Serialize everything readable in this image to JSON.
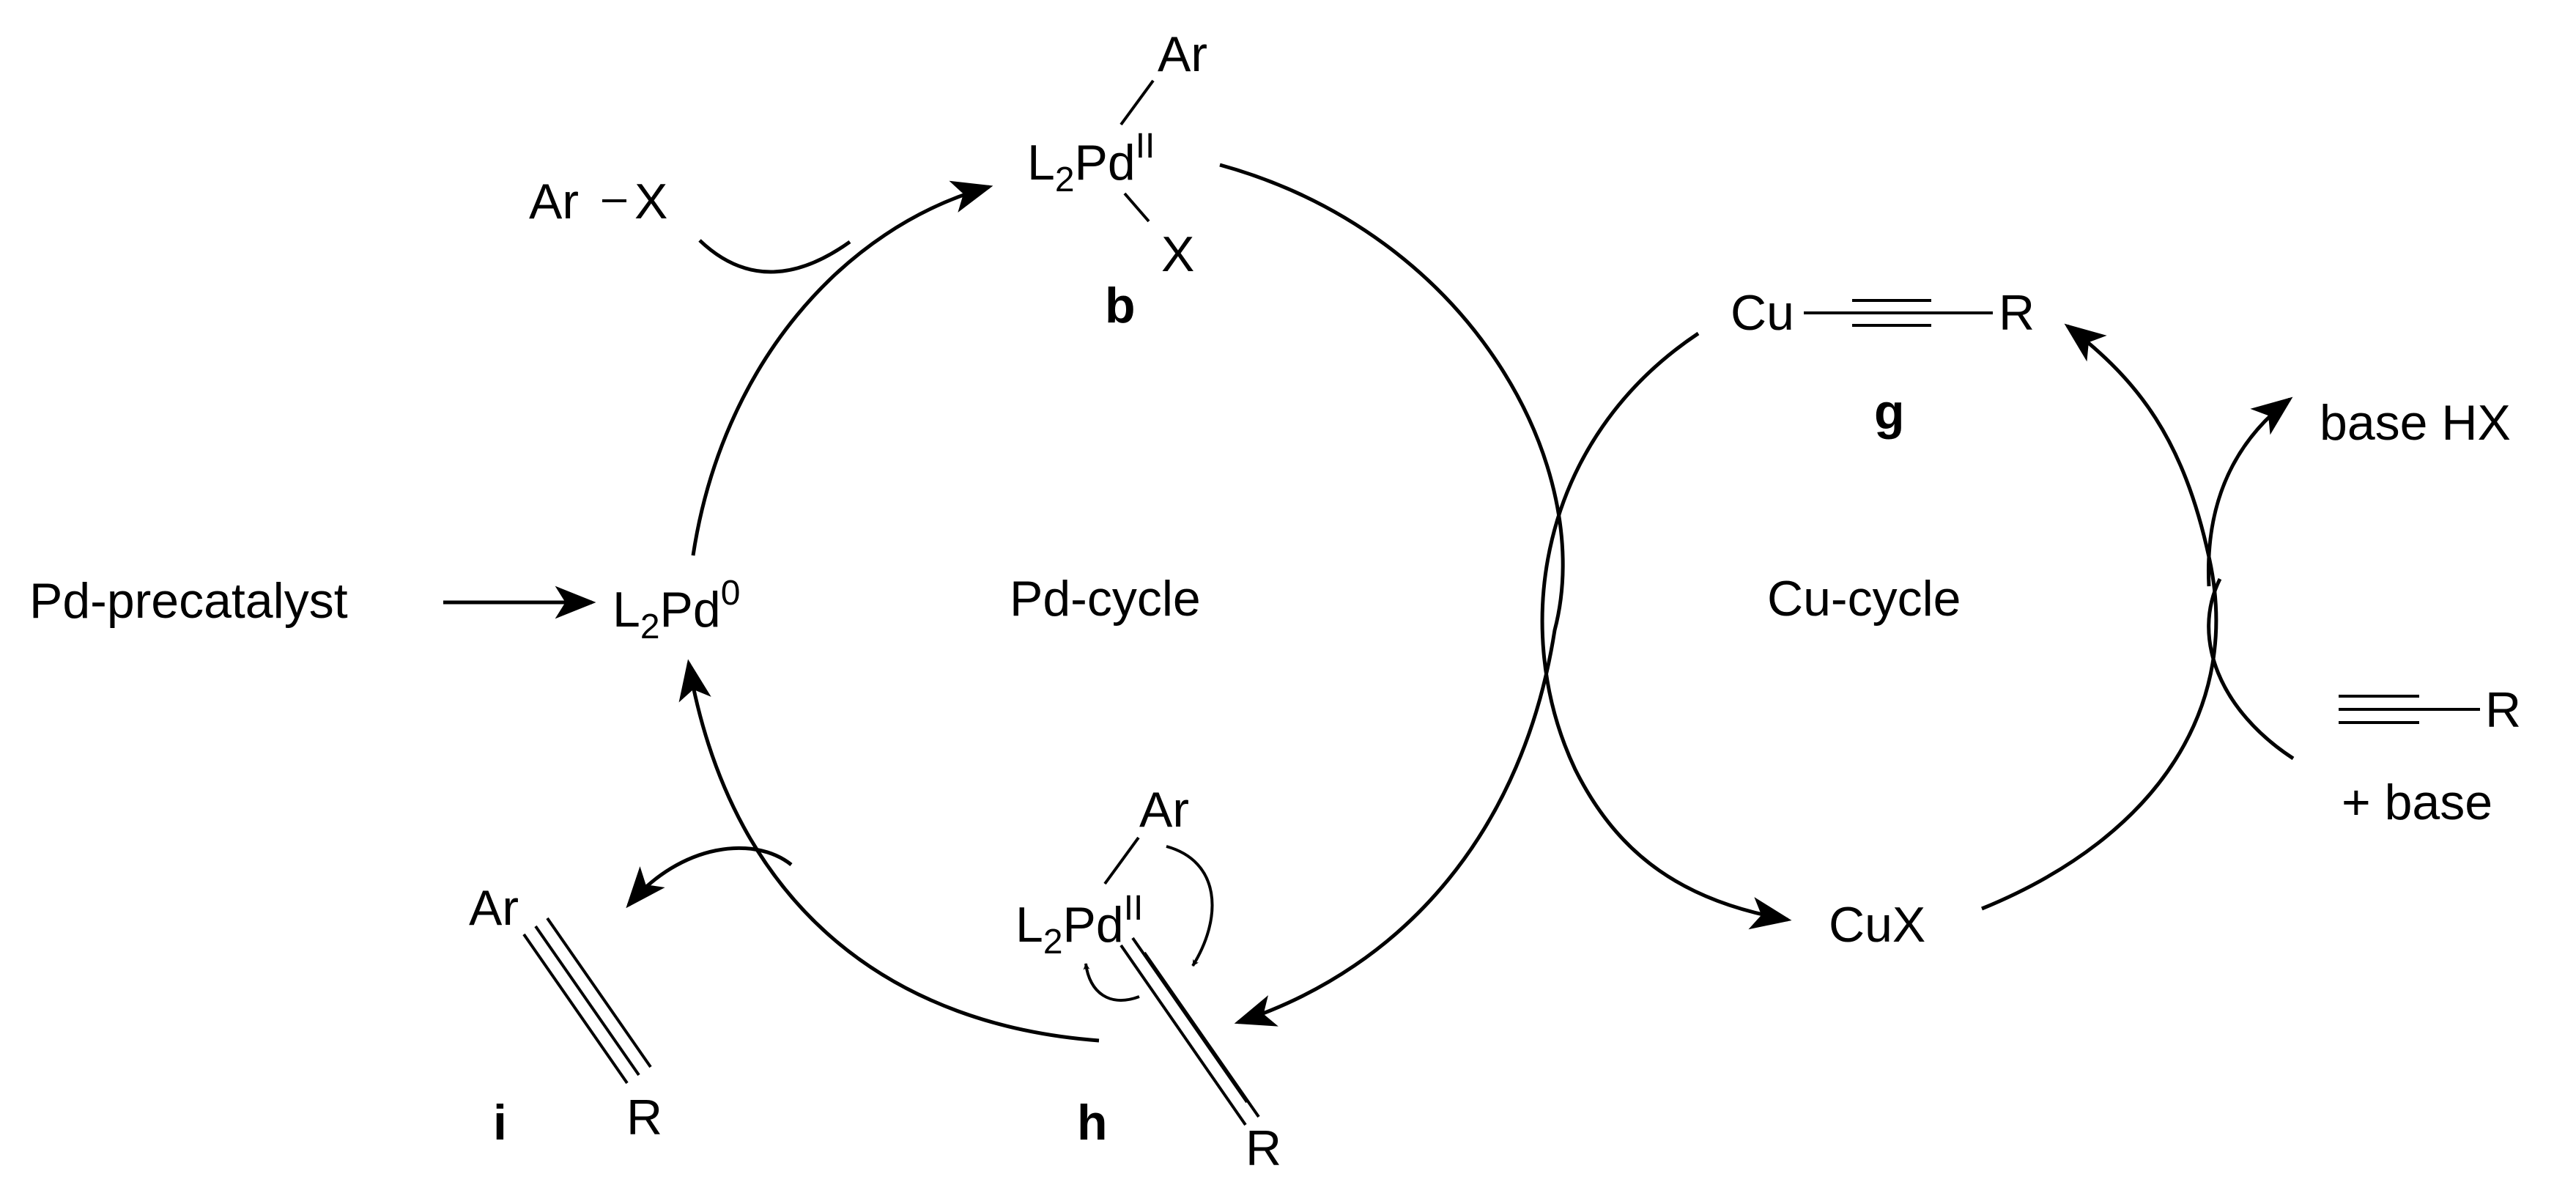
{
  "pd_cycle": {
    "label": "Pd-cycle",
    "pd0": {
      "main": "L",
      "sub": "2",
      "mid": "Pd",
      "sup": "0"
    },
    "precatalyst": "Pd-precatalyst",
    "aryl_halide": {
      "ar": "Ar",
      "x": "X"
    },
    "b": {
      "label": "b",
      "ar": "Ar",
      "x": "X",
      "main": "L",
      "sub": "2",
      "mid": "Pd",
      "sup": "II"
    },
    "h": {
      "label": "h",
      "ar": "Ar",
      "r": "R",
      "main": "L",
      "sub": "2",
      "mid": "Pd",
      "sup": "II"
    },
    "i": {
      "label": "i",
      "ar": "Ar",
      "r": "R"
    }
  },
  "cu_cycle": {
    "label": "Cu-cycle",
    "g": {
      "label": "g",
      "cu": "Cu",
      "r": "R"
    },
    "cux": "CuX",
    "base_hx": "base HX",
    "alkyne": {
      "r": "R",
      "base": "+ base"
    }
  }
}
